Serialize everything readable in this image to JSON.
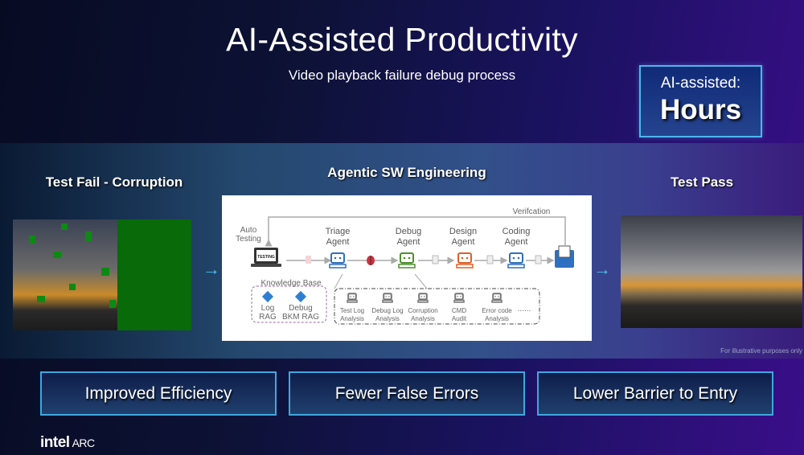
{
  "title": "AI-Assisted Productivity",
  "subtitle": "Video playback failure debug process",
  "hours_box": {
    "line1": "AI-assisted:",
    "line2": "Hours"
  },
  "left": {
    "label": "Test Fail - Corruption"
  },
  "center": {
    "label": "Agentic SW Engineering"
  },
  "right": {
    "label": "Test Pass"
  },
  "diagram": {
    "verification": "Verifcation",
    "auto_testing": [
      "Auto",
      "Testing"
    ],
    "laptop_screen": "TESTING",
    "agents": [
      {
        "name": [
          "Triage",
          "Agent"
        ],
        "color": "#2f6fc0"
      },
      {
        "name": [
          "Debug",
          "Agent"
        ],
        "color": "#4f8f2f"
      },
      {
        "name": [
          "Design",
          "Agent"
        ],
        "color": "#e0602a"
      },
      {
        "name": [
          "Coding",
          "Agent"
        ],
        "color": "#2f6fc0"
      }
    ],
    "knowledge_base": {
      "title": "Knowledge Base",
      "items": [
        [
          "Log",
          "RAG"
        ],
        [
          "Debug",
          "BKM RAG"
        ]
      ]
    },
    "sub_agents": [
      [
        "Test Log",
        "Analysis"
      ],
      [
        "Debug Log",
        "Analysis"
      ],
      [
        "Corruption",
        "Analysis"
      ],
      [
        "CMD",
        "Audit"
      ],
      [
        "Error code",
        "Analysis"
      ]
    ],
    "more": "......"
  },
  "disclaimer": "For illustrative purposes only",
  "benefits": [
    "Improved Efficiency",
    "Fewer False Errors",
    "Lower Barrier to Entry"
  ],
  "logo": {
    "brand": "intel",
    "product": "ARC"
  }
}
